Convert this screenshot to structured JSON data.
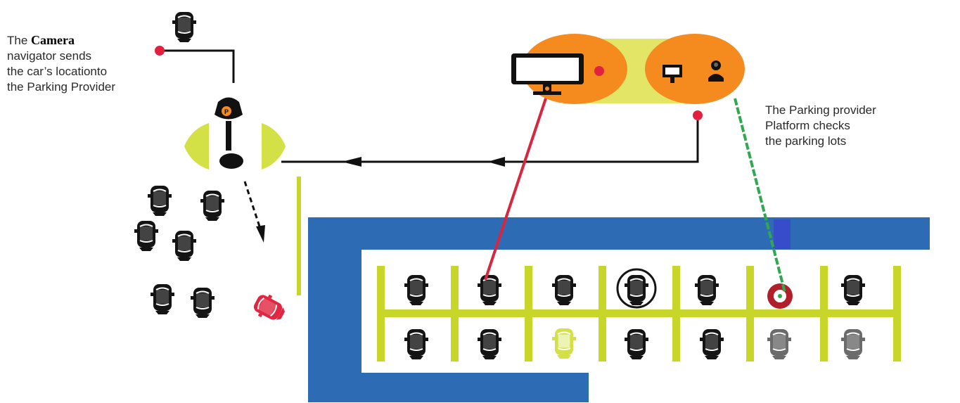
{
  "labels": {
    "camera_text_before": "The ",
    "camera_text_bold": "Camera",
    "camera_text_after": "navigator sends\n the car’s locationto\nthe Parking Provider",
    "platform_text": "The Parking provider\nPlatform checks\nthe parking lots"
  },
  "colors": {
    "lot_blue": "#2e6bb5",
    "stripe_yellow": "#c8d62a",
    "orange": "#f58a1f",
    "red_pin": "#e0213f",
    "red_link": "#d7263d",
    "green_link": "#2fa84f",
    "car_black": "#141414",
    "car_gray": "#6b6b6b",
    "car_red": "#e02640",
    "car_yellow": "#d3e046",
    "target_ring": "#b0202a"
  },
  "icons": [
    "car-icon",
    "monitor-icon",
    "user-desk-icon",
    "parking-meter-icon",
    "target-icon",
    "location-pin-icon"
  ]
}
